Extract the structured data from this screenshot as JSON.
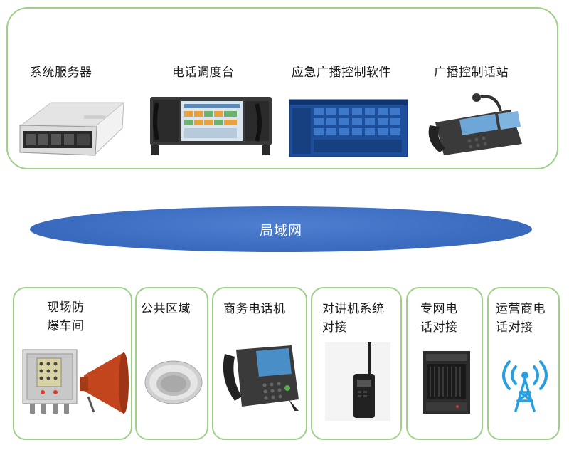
{
  "top_devices": [
    {
      "label": "系统服务器",
      "icon": "server-rack-icon"
    },
    {
      "label": "电话调度台",
      "icon": "dispatch-console-icon"
    },
    {
      "label": "应急广播控制软件",
      "icon": "broadcast-software-screen-icon"
    },
    {
      "label": "广播控制话站",
      "icon": "broadcast-control-phone-icon"
    }
  ],
  "network": {
    "label": "局域网"
  },
  "endpoints": [
    {
      "line1": "现场防",
      "line2": "爆车间",
      "icon": "explosion-proof-horn-icon"
    },
    {
      "line1": "公共区域",
      "line2": "",
      "icon": "ceiling-speaker-icon"
    },
    {
      "line1": "商务电话机",
      "line2": "",
      "icon": "ip-phone-icon"
    },
    {
      "line1": "对讲机系统",
      "line2": "对接",
      "icon": "walkie-talkie-icon"
    },
    {
      "line1": "专网电",
      "line2": "话对接",
      "icon": "private-network-cabinet-icon"
    },
    {
      "line1": "运营商电",
      "line2": "话对接",
      "icon": "cell-tower-icon"
    }
  ],
  "colors": {
    "panel_border": "#9fd08a",
    "lan_fill": "#3b6cc0",
    "tower": "#2a9fe0"
  }
}
